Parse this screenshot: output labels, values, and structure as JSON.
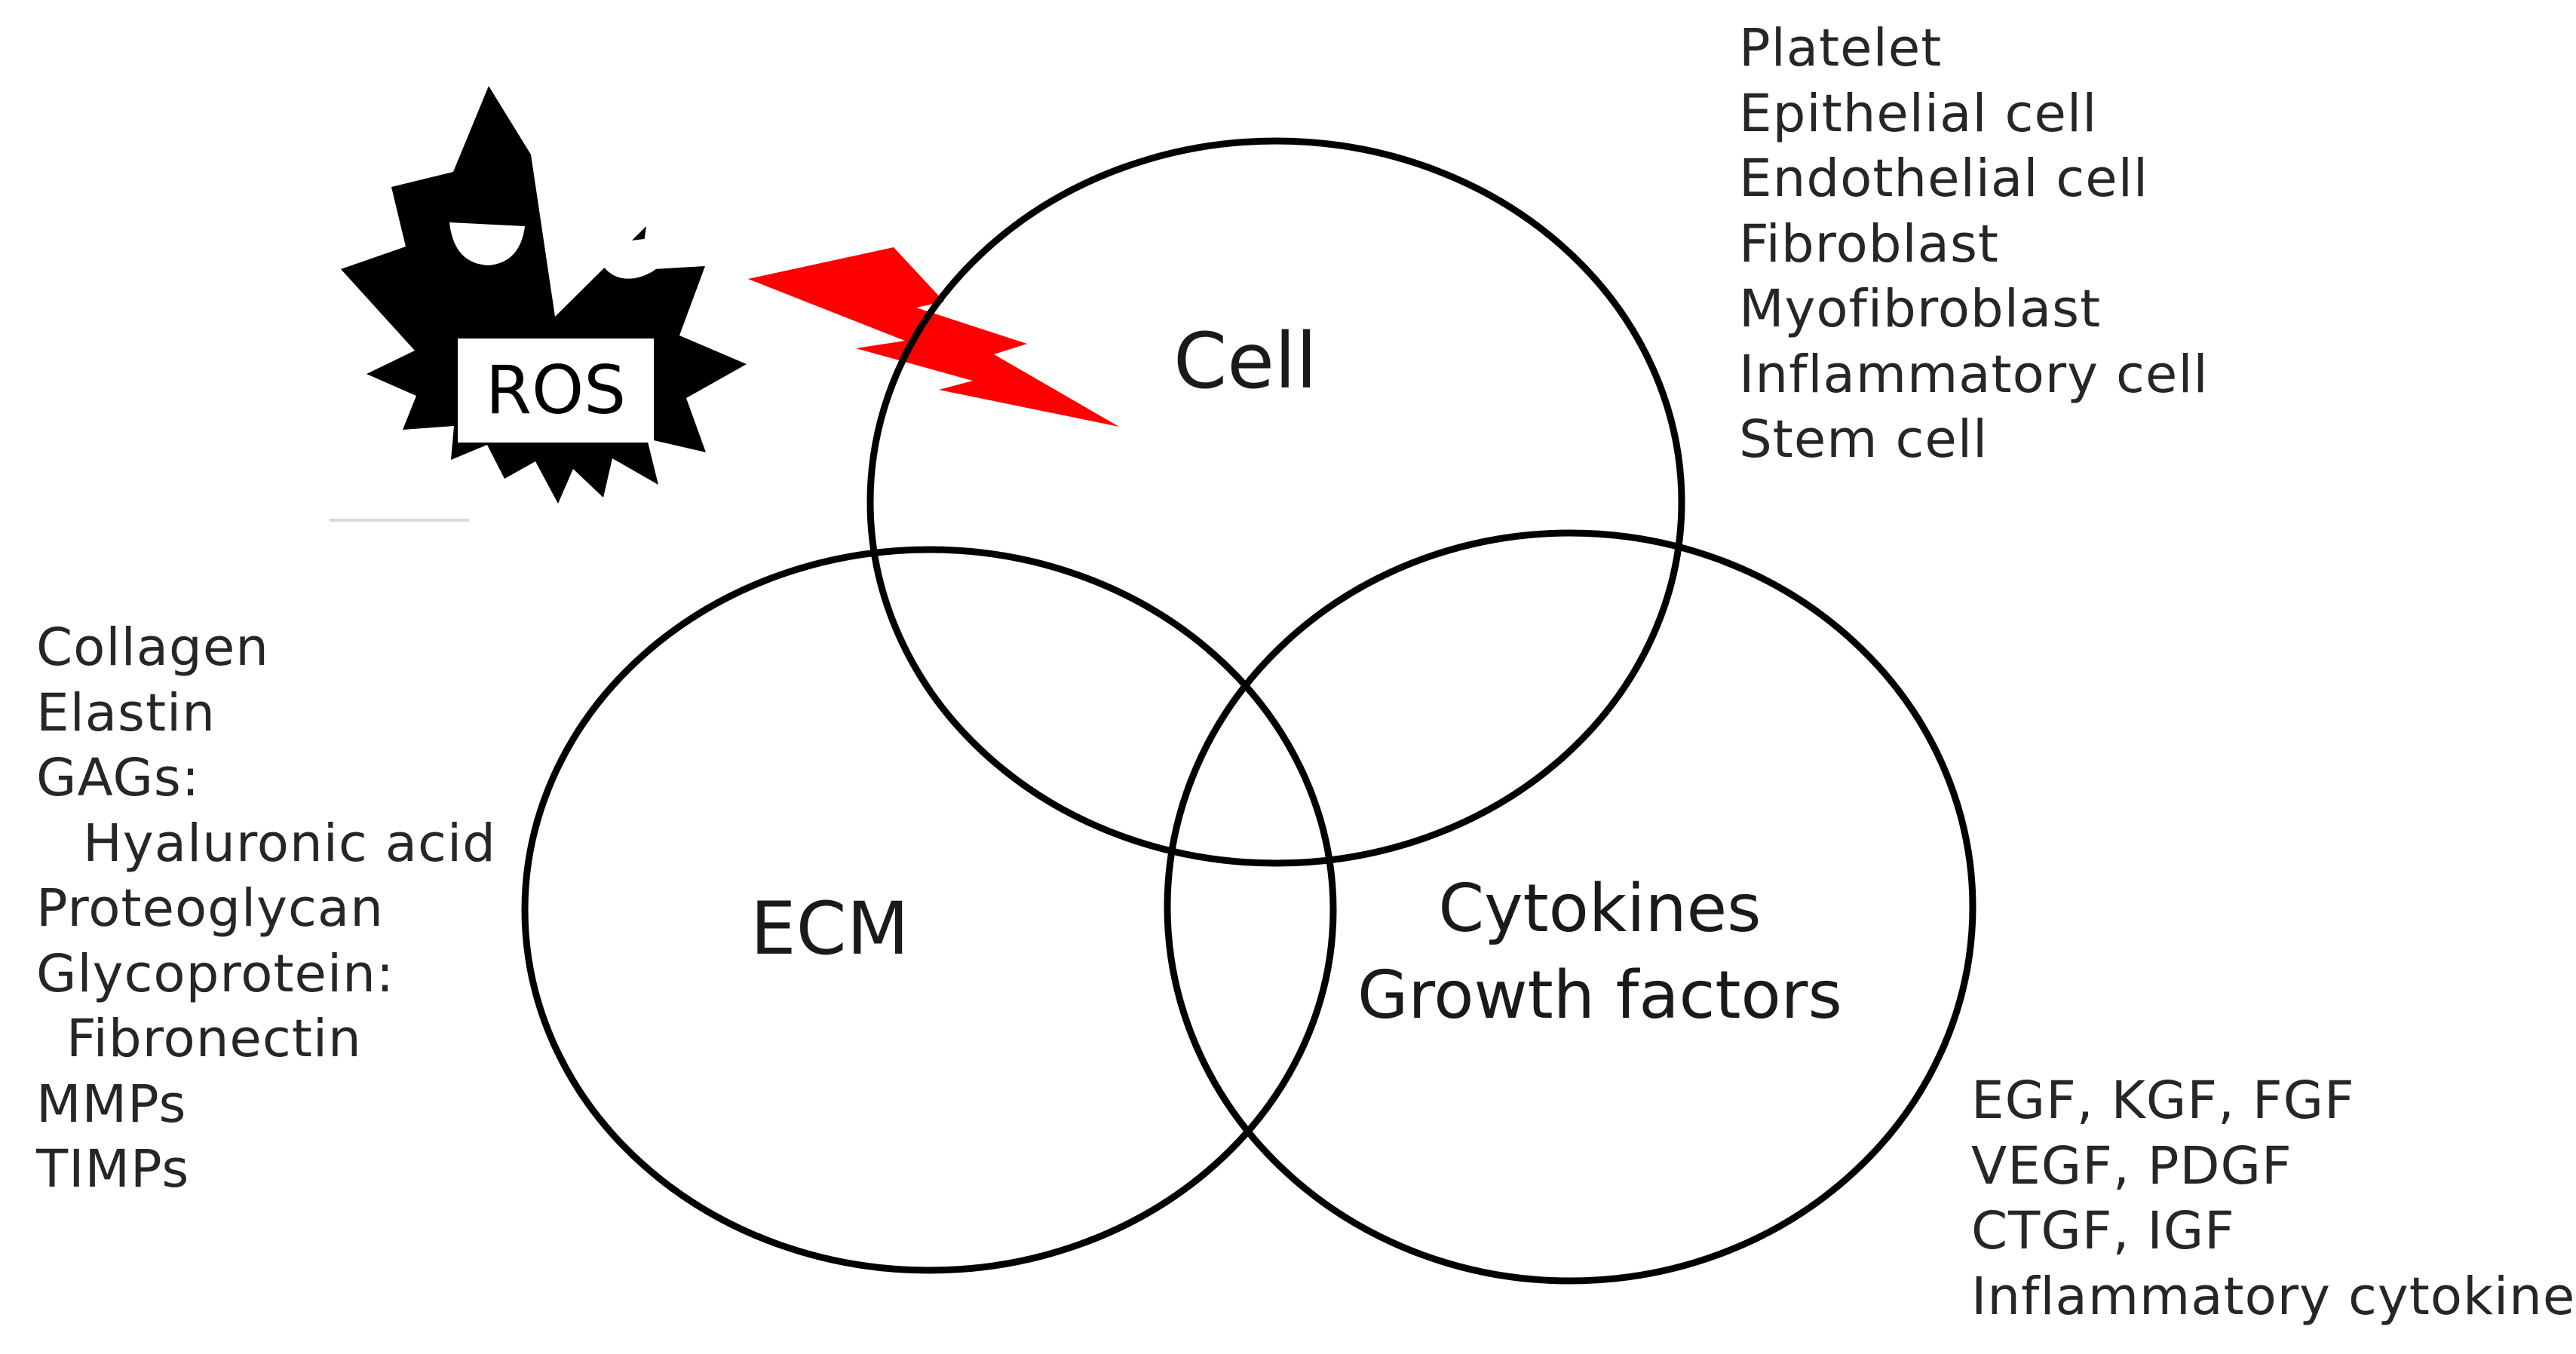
{
  "colors": {
    "outline": "#000000",
    "text": "#262626",
    "lightning": "#ff0000",
    "ros_body": "#000000"
  },
  "icons": {
    "ros": "spiky-villain-monster-icon",
    "attack": "lightning-bolt-icon"
  },
  "ros": {
    "label": "ROS"
  },
  "circles": {
    "cell": {
      "label": "Cell",
      "items": [
        "Platelet",
        "Epithelial cell",
        "Endothelial cell",
        "Fibroblast",
        "Myofibroblast",
        "Inflammatory cell",
        "Stem cell"
      ]
    },
    "ecm": {
      "label": "ECM",
      "items": [
        "Collagen",
        "Elastin",
        "GAGs:",
        "Hyaluronic acid",
        "Proteoglycan",
        "Glycoprotein:",
        "Fibronectin",
        "MMPs",
        "TIMPs"
      ]
    },
    "cytokines": {
      "label_line1": "Cytokines",
      "label_line2": "Growth factors",
      "items": [
        "EGF, KGF, FGF",
        "VEGF, PDGF",
        "CTGF, IGF",
        "Inflammatory cytokines"
      ]
    }
  }
}
